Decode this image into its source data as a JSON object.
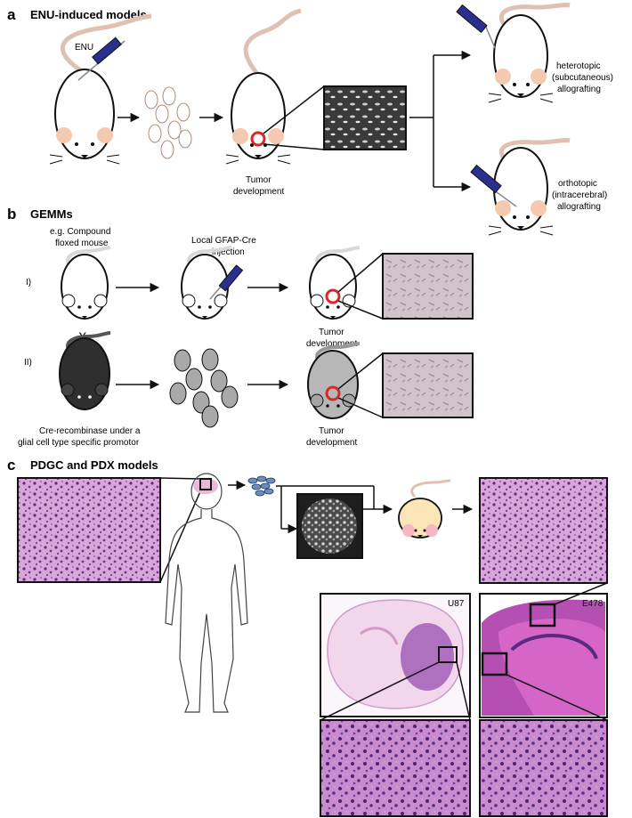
{
  "panels": {
    "a": {
      "letter": "a",
      "title": "ENU-induced models",
      "enu_label": "ENU",
      "tumor_label_1": "Tumor",
      "tumor_label_2": "development",
      "hetero_1": "heterotopic",
      "hetero_2": "(subcutaneous)",
      "hetero_3": "allografting",
      "ortho_1": "orthotopic",
      "ortho_2": "(intracerebral)",
      "ortho_3": "allografting"
    },
    "b": {
      "letter": "b",
      "title": "GEMMs",
      "compound_1": "e.g. Compound",
      "compound_2": "floxed mouse",
      "gfap_1": "Local GFAP-Cre",
      "gfap_2": "injection",
      "row1_label": "I)",
      "row2_label": "II)",
      "cross": "X",
      "tumor1_1": "Tumor",
      "tumor1_2": "development",
      "tumor2_1": "Tumor",
      "tumor2_2": "development",
      "cre_1": "Cre-recombinase under a",
      "cre_2": "glial cell type specific promotor"
    },
    "c": {
      "letter": "c",
      "title": "PDGC and PDX models",
      "u87": "U87",
      "e478": "E478"
    }
  },
  "colors": {
    "tumor_ring": "#d42a2a",
    "syringe_blue": "#2b2f8f",
    "ear_pink": "#f3c9b0",
    "he_purple": "#b77cc6",
    "he_pink": "#e9a3d3",
    "brain_pink": "#d6a3d4",
    "brain_dark": "#7b3c9e"
  }
}
